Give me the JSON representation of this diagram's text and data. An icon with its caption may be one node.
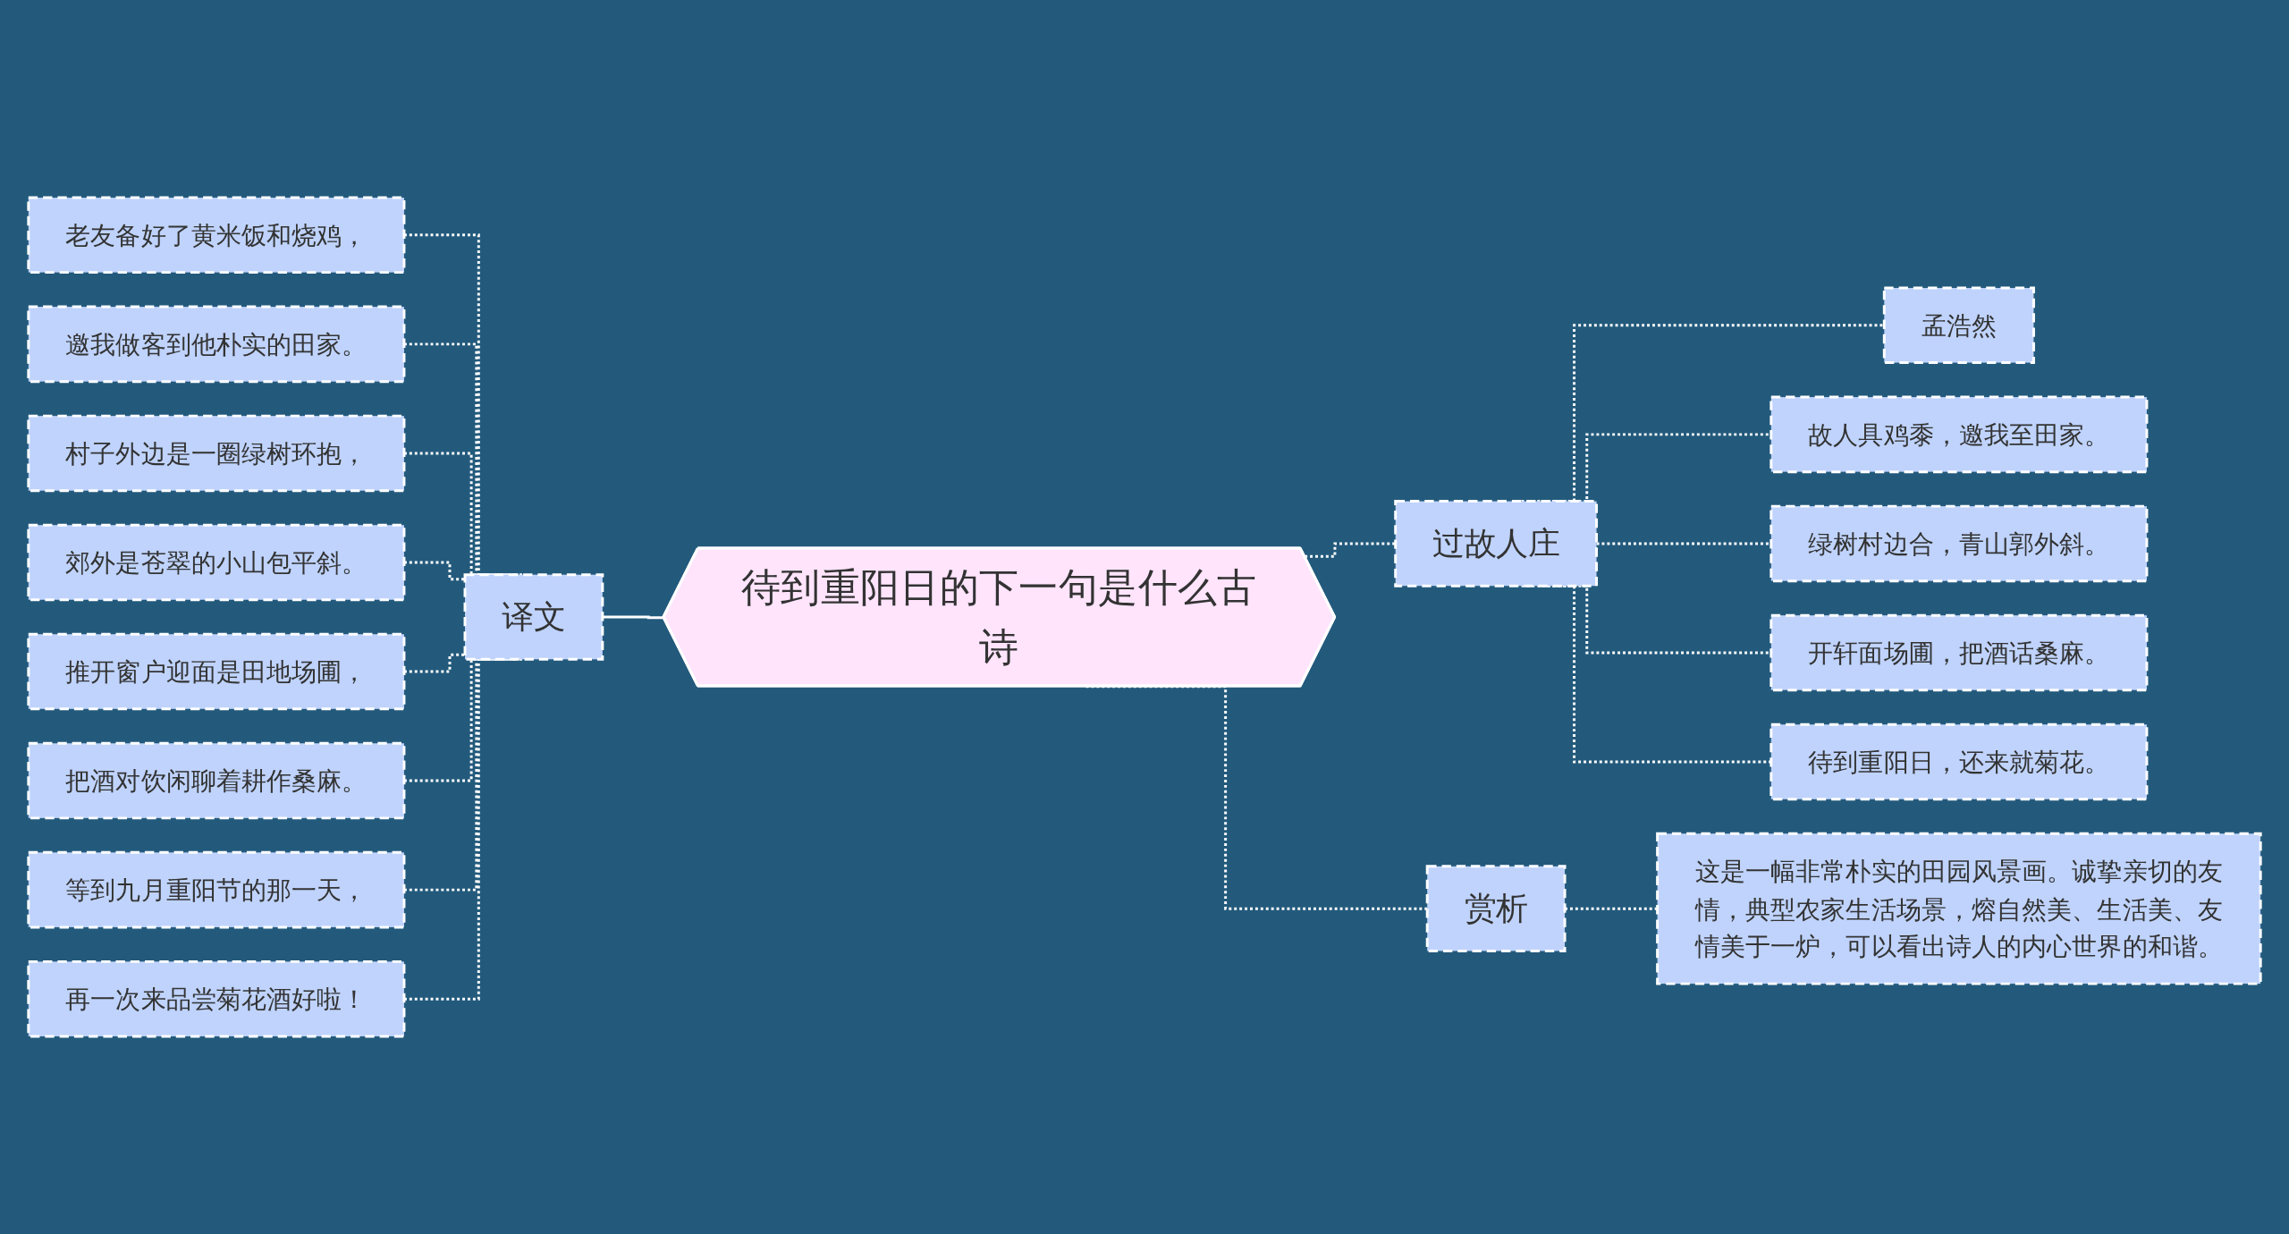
{
  "diagram": {
    "nodes": [
      {
        "text": [
          "待到重阳日的下一句是什么古诗"
        ]
      },
      {
        "text": [
          "译文"
        ]
      },
      {
        "text": [
          "老友备好了黄米饭和烧鸡，"
        ]
      },
      {
        "text": [
          "邀我做客到他朴实的田家。"
        ]
      },
      {
        "text": [
          "村子外边是一圈绿树环抱，"
        ]
      },
      {
        "text": [
          "郊外是苍翠的小山包平斜。"
        ]
      },
      {
        "text": [
          "推开窗户迎面是田地场圃，"
        ]
      },
      {
        "text": [
          "把酒对饮闲聊着耕作桑麻。"
        ]
      },
      {
        "text": [
          "等到九月重阳节的那一天，"
        ]
      },
      {
        "text": [
          "再一次来品尝菊花酒好啦！"
        ]
      },
      {
        "text": [
          "过故人庄"
        ]
      },
      {
        "text": [
          "孟浩然"
        ]
      },
      {
        "text": [
          "故人具鸡黍，邀我至田家。"
        ]
      },
      {
        "text": [
          "绿树村边合，青山郭外斜。"
        ]
      },
      {
        "text": [
          "开轩面场圃，把酒话桑麻。"
        ]
      },
      {
        "text": [
          "待到重阳日，还来就菊花。"
        ]
      },
      {
        "text": [
          "赏析"
        ]
      },
      {
        "text": [
          "这是一幅非常朴实的田园风景画。诚挚亲切的友情，典型农家生活场景，熔自然美、生活美、友情美于一炉，可以看出诗人的内心世界的和谐。"
        ]
      }
    ],
    "edges": [
      {
        "from": 0,
        "to": 1,
        "arrow": "none"
      },
      {
        "from": 1,
        "to": 2,
        "arrow": "none",
        "style": "dashed"
      },
      {
        "from": 1,
        "to": 3,
        "arrow": "none",
        "style": "dashed"
      },
      {
        "from": 1,
        "to": 4,
        "arrow": "none",
        "style": "dashed"
      },
      {
        "from": 1,
        "to": 5,
        "arrow": "none",
        "style": "dashed"
      },
      {
        "from": 1,
        "to": 6,
        "arrow": "none",
        "style": "dashed"
      },
      {
        "from": 1,
        "to": 7,
        "arrow": "none",
        "style": "dashed"
      },
      {
        "from": 1,
        "to": 8,
        "arrow": "none",
        "style": "dashed"
      },
      {
        "from": 1,
        "to": 9,
        "arrow": "none",
        "style": "dashed"
      },
      {
        "from": 0,
        "to": 10,
        "arrow": "none",
        "style": "dashed"
      },
      {
        "from": 10,
        "to": 11,
        "arrow": "none",
        "style": "dashed"
      },
      {
        "from": 10,
        "to": 12,
        "arrow": "none",
        "style": "dashed"
      },
      {
        "from": 10,
        "to": 13,
        "arrow": "none",
        "style": "dashed"
      },
      {
        "from": 10,
        "to": 14,
        "arrow": "none",
        "style": "dashed"
      },
      {
        "from": 10,
        "to": 15,
        "arrow": "none",
        "style": "dashed"
      },
      {
        "from": 0,
        "to": 16,
        "arrow": "none",
        "style": "dashed"
      },
      {
        "from": 16,
        "to": 17,
        "arrow": "none",
        "style": "dashed"
      }
    ]
  }
}
